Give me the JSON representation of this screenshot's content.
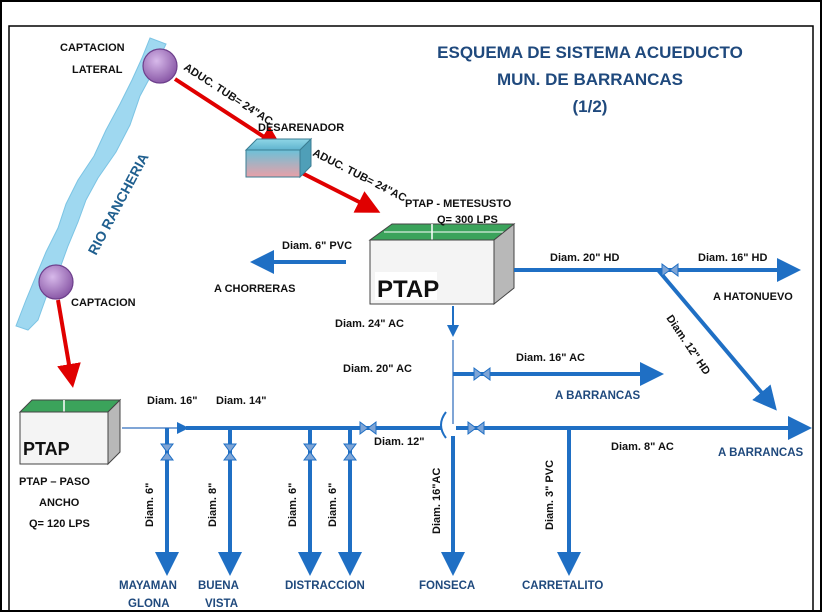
{
  "title": {
    "line1": "ESQUEMA DE SISTEMA ACUEDUCTO",
    "line2": "MUN. DE BARRANCAS",
    "line3": "(1/2)"
  },
  "river": {
    "label": "RIO RANCHERIA",
    "color": "#9fd8f0"
  },
  "colors": {
    "pipe": "#1f6fc4",
    "arrow_red": "#e00000",
    "node": "#a97bc2",
    "title": "#1f497d"
  },
  "nodes": {
    "captacion_lateral": {
      "line1": "CAPTACION",
      "line2": "LATERAL"
    },
    "captacion": {
      "label": "CAPTACION"
    },
    "desarenador": {
      "label": "DESARENADOR"
    },
    "ptap_metesusto": {
      "name": "PTAP - METESUSTO",
      "flow": "Q= 300 LPS",
      "badge": "PTAP"
    },
    "ptap_paso_ancho": {
      "line1": "PTAP – PASO",
      "line2": "ANCHO",
      "flow": "Q= 120 LPS",
      "badge": "PTAP"
    }
  },
  "pipes": {
    "aduc1": "ADUC. TUB= 24\"AC",
    "aduc2": "ADUC. TUB= 24\"AC",
    "d6pvc": "Diam. 6\" PVC",
    "d20hd": "Diam. 20\" HD",
    "d16hd": "Diam. 16\" HD",
    "d12hd": "Diam. 12\" HD",
    "d24ac": "Diam. 24\" AC",
    "d20ac": "Diam. 20\" AC",
    "d16ac": "Diam. 16\" AC",
    "d16": "Diam. 16\"",
    "d14": "Diam. 14\"",
    "d12": "Diam. 12\"",
    "d8ac": "Diam. 8\" AC",
    "v_d6_a": "Diam. 6\"",
    "v_d8": "Diam. 8\"",
    "v_d6_b": "Diam. 6\"",
    "v_d6_c": "Diam. 6\"",
    "v_d16ac": "Diam. 16\"AC",
    "v_d3pvc": "Diam. 3\" PVC"
  },
  "destinations": {
    "chorreras": "A CHORRERAS",
    "hatonuevo": "A HATONUEVO",
    "barrancas_1": "A  BARRANCAS",
    "barrancas_2": "A  BARRANCAS",
    "mayaman_1": "MAYAMAN",
    "mayaman_2": "GLONA",
    "buena_1": "BUENA",
    "buena_2": "VISTA",
    "distraccion": "DISTRACCION",
    "fonseca": "FONSECA",
    "carretalito": "CARRETALITO"
  }
}
